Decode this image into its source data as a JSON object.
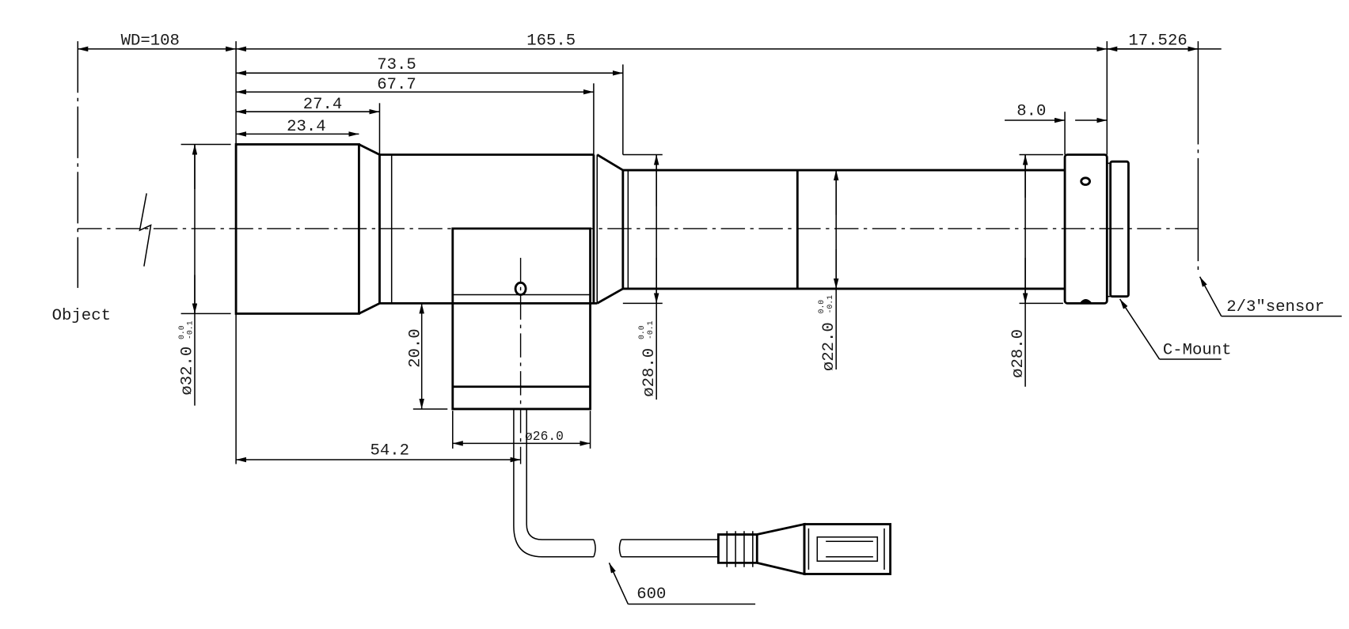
{
  "drawing": {
    "labels": {
      "object": "Object",
      "sensor": "2/3″sensor",
      "mount": "C-Mount",
      "cable_length": "600"
    },
    "dimensions": {
      "wd": "WD=108",
      "total_length": "165.5",
      "flange_back": "17.526",
      "d73_5": "73.5",
      "d67_7": "67.7",
      "d27_4": "27.4",
      "d23_4": "23.4",
      "d8_0": "8.0",
      "dia32": "ø32.0",
      "dia28_front": "ø28.0",
      "dia22": "ø22.0",
      "dia28_rear": "ø28.0",
      "height20": "20.0",
      "dia26": "ø26.0",
      "d54_2": "54.2",
      "tol_upper": "0.0",
      "tol_lower": "-0.1"
    }
  }
}
